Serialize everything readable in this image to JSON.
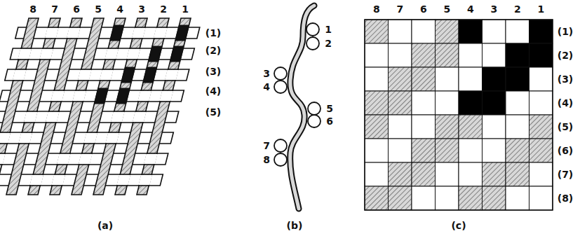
{
  "diagram": {
    "labels": [
      "8",
      "7",
      "6",
      "5",
      "4",
      "3",
      "2",
      "1",
      "(1)",
      "(2)",
      "(3)",
      "(4)",
      "(5)",
      "(a)",
      "1",
      "2",
      "3",
      "4",
      "5",
      "6",
      "7",
      "8",
      "(b)",
      "8",
      "7",
      "6",
      "5",
      "4",
      "3",
      "2",
      "1",
      "(1)",
      "(2)",
      "(3)",
      "(4)",
      "(5)",
      "(6)",
      "(7)",
      "(8)",
      "(c)"
    ]
  }
}
